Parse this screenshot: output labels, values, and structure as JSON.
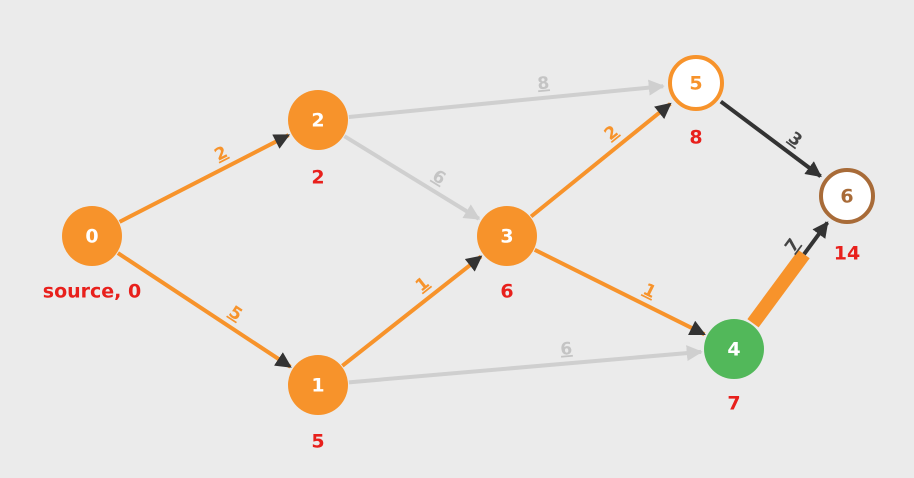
{
  "colors": {
    "background": "#ebebeb",
    "visited": "#f7932b",
    "current": "#52b85a",
    "frontier_ring": "#f7932b",
    "unvisited_ring": "#a86b38",
    "edge_default": "#cfcfcf",
    "edge_tree": "#f7932b",
    "edge_checking": "#333333",
    "distance_text": "#e8201c"
  },
  "nodes": [
    {
      "id": "0",
      "label": "0",
      "distance": "source, 0",
      "state": "visited"
    },
    {
      "id": "1",
      "label": "1",
      "distance": "5",
      "state": "visited"
    },
    {
      "id": "2",
      "label": "2",
      "distance": "2",
      "state": "visited"
    },
    {
      "id": "3",
      "label": "3",
      "distance": "6",
      "state": "visited"
    },
    {
      "id": "4",
      "label": "4",
      "distance": "7",
      "state": "current"
    },
    {
      "id": "5",
      "label": "5",
      "distance": "8",
      "state": "frontier"
    },
    {
      "id": "6",
      "label": "6",
      "distance": "14",
      "state": "unvisited"
    }
  ],
  "edges": [
    {
      "from": "0",
      "to": "2",
      "weight": "2",
      "state": "tree"
    },
    {
      "from": "0",
      "to": "1",
      "weight": "5",
      "state": "tree"
    },
    {
      "from": "2",
      "to": "5",
      "weight": "8",
      "state": "default"
    },
    {
      "from": "2",
      "to": "3",
      "weight": "6",
      "state": "default"
    },
    {
      "from": "1",
      "to": "3",
      "weight": "1",
      "state": "tree"
    },
    {
      "from": "1",
      "to": "4",
      "weight": "6",
      "state": "default"
    },
    {
      "from": "3",
      "to": "5",
      "weight": "2",
      "state": "tree"
    },
    {
      "from": "3",
      "to": "4",
      "weight": "1",
      "state": "tree"
    },
    {
      "from": "5",
      "to": "6",
      "weight": "3",
      "state": "checking"
    },
    {
      "from": "4",
      "to": "6",
      "weight": "7",
      "state": "active"
    }
  ]
}
